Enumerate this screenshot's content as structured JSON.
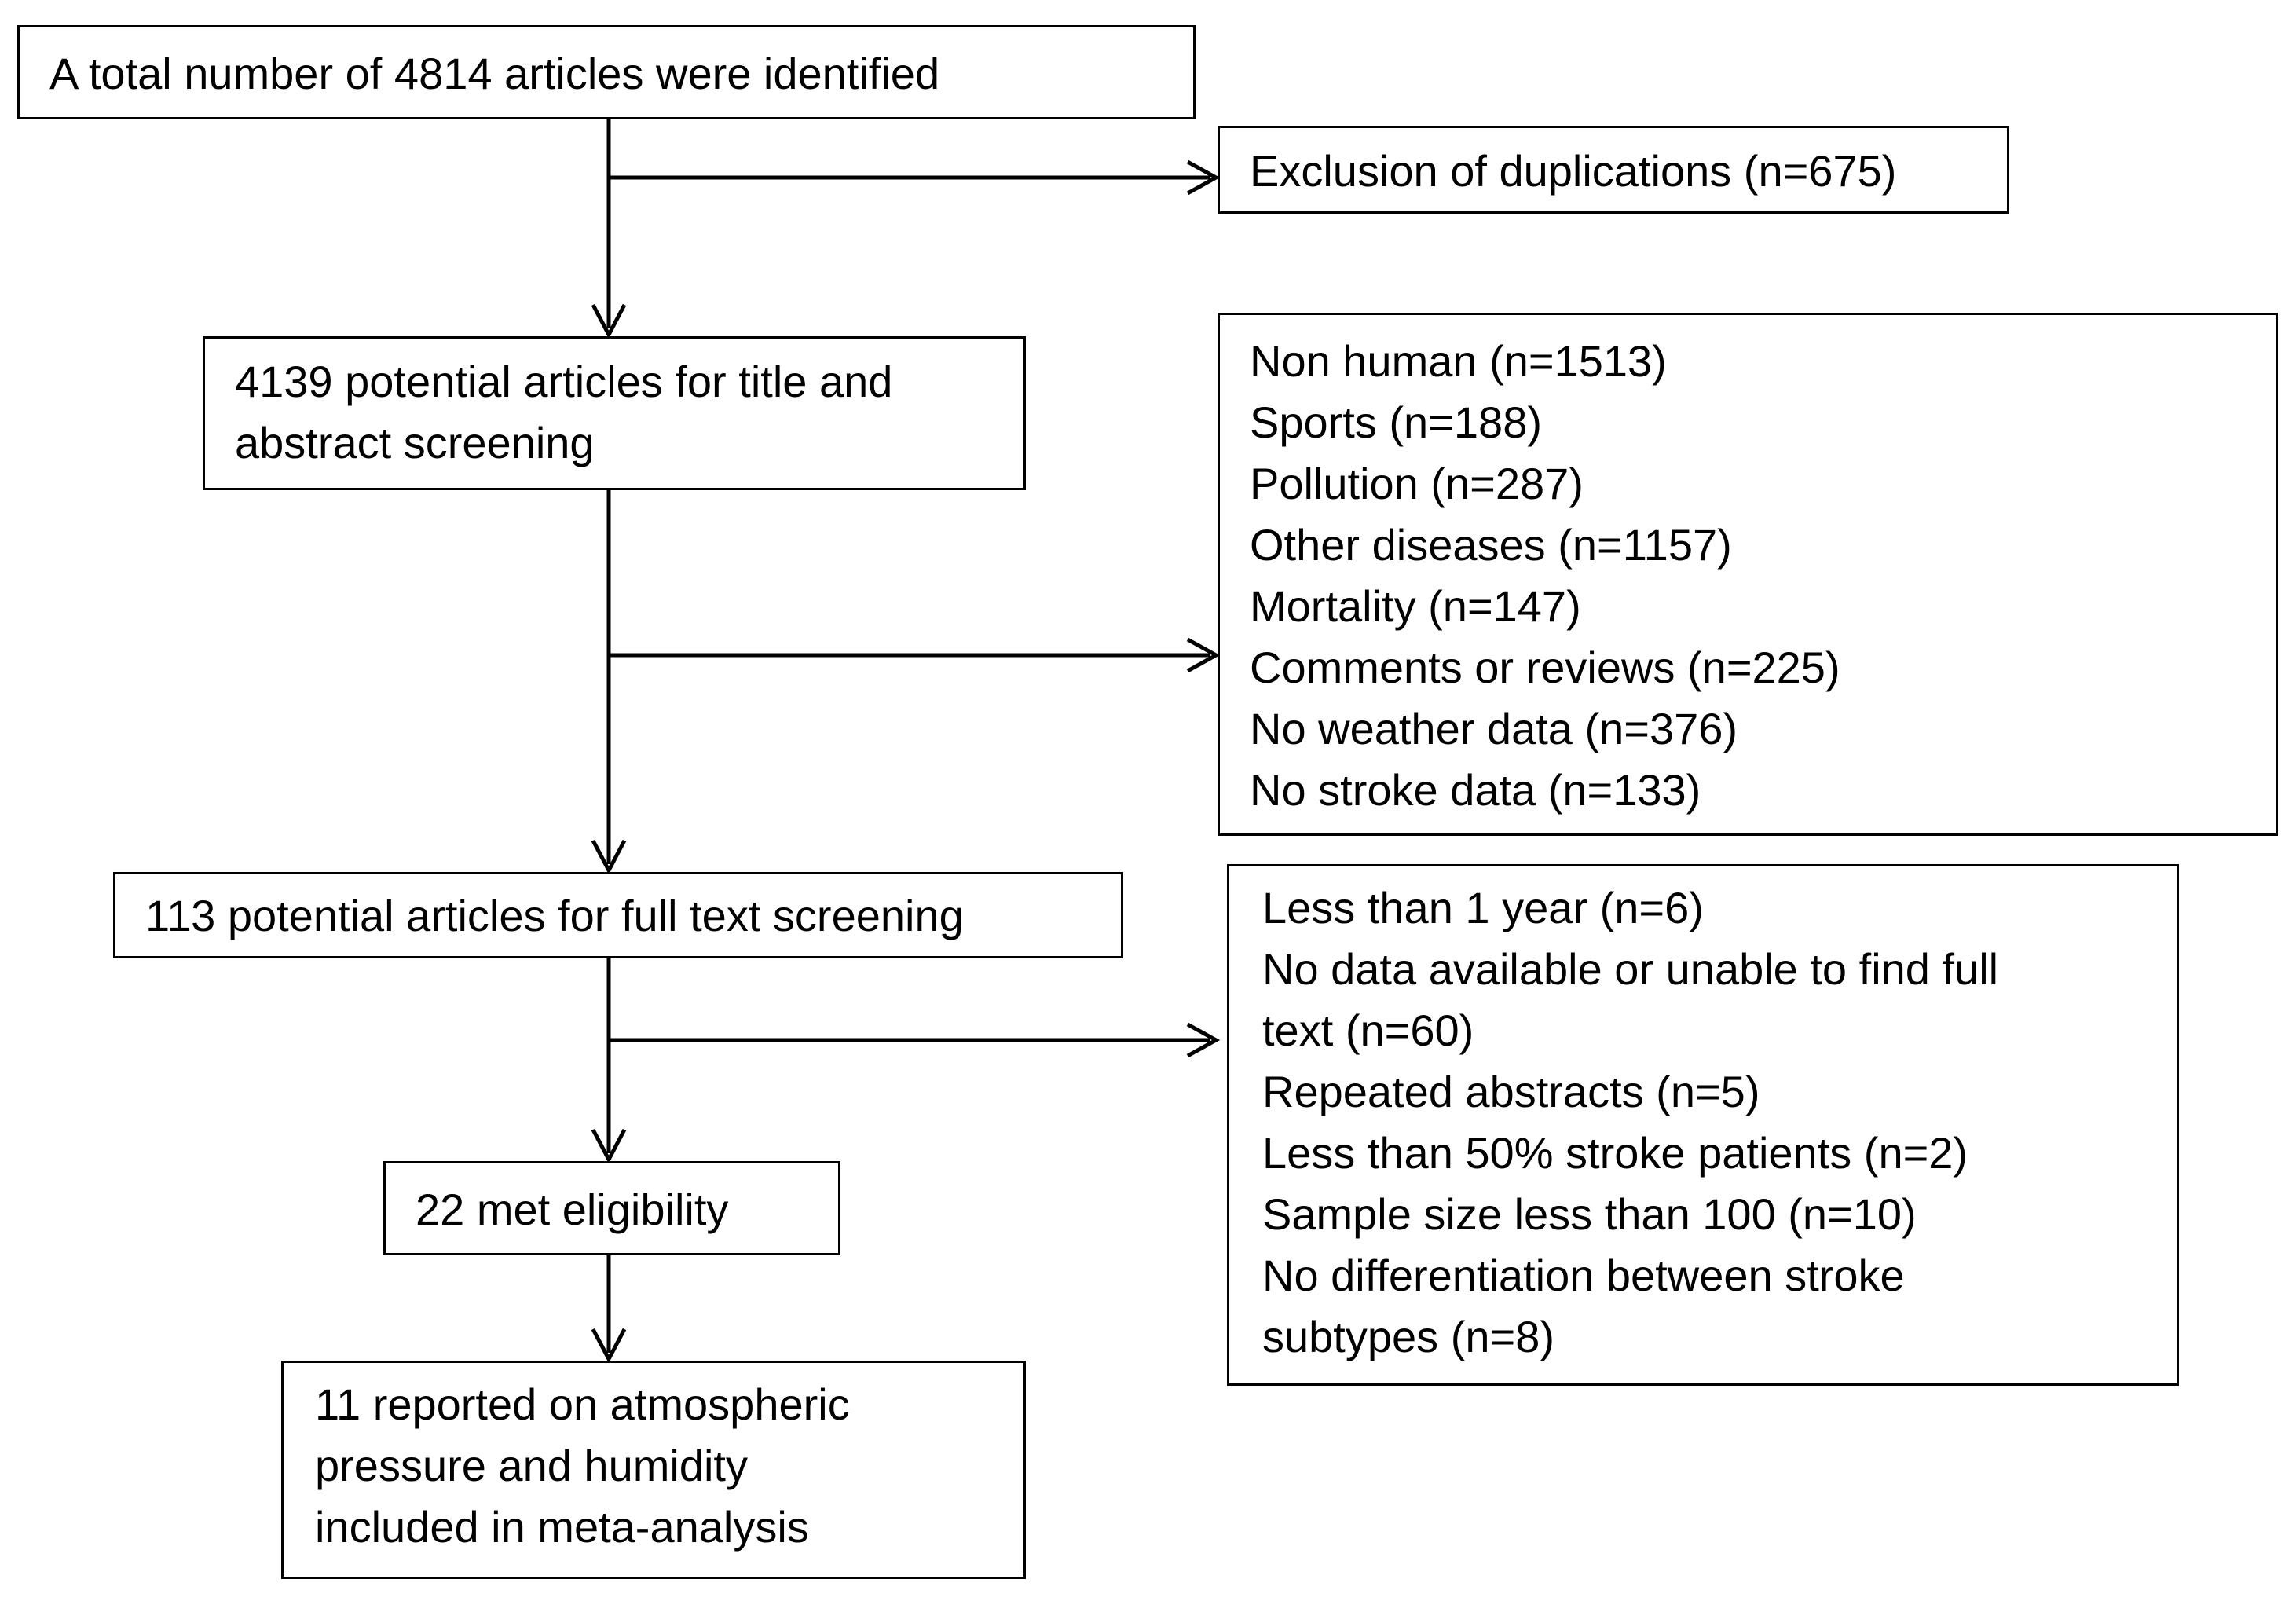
{
  "boxes": {
    "identified": "A total number of 4814 articles were identified",
    "duplicates": "Exclusion of duplications (n=675)",
    "title_abstract": [
      "4139 potential articles for title and",
      "abstract screening"
    ],
    "exclusions_1": [
      "Non human (n=1513)",
      "Sports (n=188)",
      "Pollution (n=287)",
      "Other diseases (n=1157)",
      "Mortality (n=147)",
      "Comments or reviews (n=225)",
      "No weather data (n=376)",
      "No stroke data (n=133)"
    ],
    "full_text": "113 potential articles for full text screening",
    "exclusions_2": [
      "Less than 1 year (n=6)",
      "No data available or unable to find full",
      "text (n=60)",
      "Repeated abstracts (n=5)",
      "Less than 50% stroke patients (n=2)",
      "Sample size less than 100 (n=10)",
      "No differentiation between stroke",
      "subtypes (n=8)"
    ],
    "eligible": "22 met eligibility",
    "included": [
      "11 reported on atmospheric",
      "pressure and humidity",
      "included in meta-analysis"
    ]
  }
}
